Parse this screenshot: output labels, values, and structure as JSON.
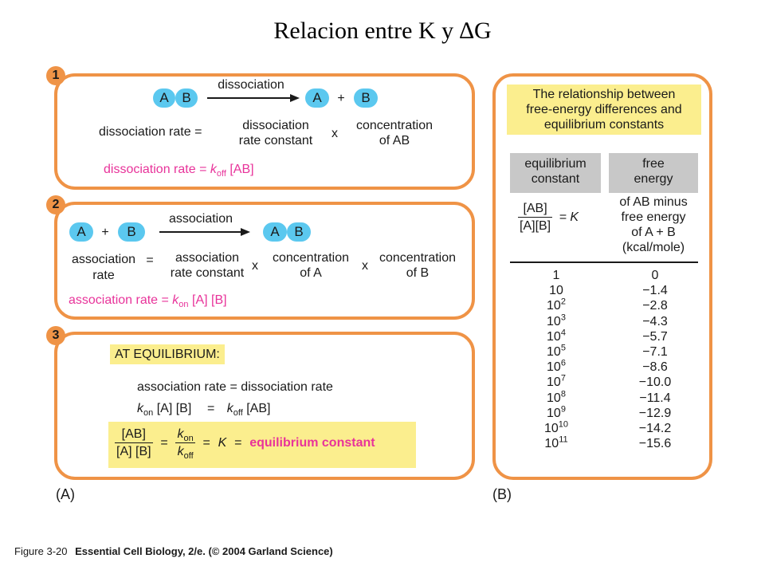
{
  "title": "Relacion entre K y ∆G",
  "panelA": {
    "label": "(A)",
    "box1": {
      "number": "1",
      "molecule_a": "A",
      "molecule_b": "B",
      "arrow_label": "dissociation",
      "plus": "+",
      "rate_lhs": "dissociation rate =",
      "rate_term1_line1": "dissociation",
      "rate_term1_line2": "rate constant",
      "times": "x",
      "rate_term2_line1": "concentration",
      "rate_term2_line2": "of AB",
      "pink_prefix": "dissociation rate = ",
      "pink_k": "k",
      "pink_sub": "off",
      "pink_suffix": " [AB]"
    },
    "box2": {
      "number": "2",
      "molecule_a": "A",
      "molecule_b": "B",
      "plus": "+",
      "arrow_label": "association",
      "rate_lhs_line1": "association",
      "rate_lhs_line2": "rate",
      "equals": "=",
      "rate_term1_line1": "association",
      "rate_term1_line2": "rate constant",
      "times": "x",
      "rate_term2_line1": "concentration",
      "rate_term2_line2": "of A",
      "rate_term3_line1": "concentration",
      "rate_term3_line2": "of B",
      "pink_prefix": "association rate = ",
      "pink_k": "k",
      "pink_sub": "on",
      "pink_suffix": " [A] [B]"
    },
    "box3": {
      "number": "3",
      "header": "AT EQUILIBRIUM:",
      "line1": "association rate = dissociation rate",
      "line2_k": "k",
      "line2_sub_on": "on",
      "line2_mid": " [A] [B]",
      "line2_eq": "=",
      "line2_sub_off": "off",
      "line2_end": " [AB]",
      "eq_frac1_num": "[AB]",
      "eq_frac1_den": "[A] [B]",
      "eq_equals": "=",
      "eq_k_symbol": "K",
      "eq_result": "equilibrium constant"
    }
  },
  "panelB": {
    "label": "(B)",
    "header": [
      "The relationship between",
      "free-energy differences and",
      "equilibrium constants"
    ],
    "col1_header": [
      "equilibrium",
      "constant"
    ],
    "col2_header": [
      "free",
      "energy"
    ],
    "col1_formula_num": "[AB]",
    "col1_formula_den": "[A][B]",
    "col1_formula_eq": "= K",
    "col2_desc": [
      "of AB minus",
      "free energy",
      "of A + B",
      "(kcal/mole)"
    ],
    "rows": [
      {
        "base": "1",
        "exp": "",
        "energy": "0"
      },
      {
        "base": "10",
        "exp": "",
        "energy": "−1.4"
      },
      {
        "base": "10",
        "exp": "2",
        "energy": "−2.8"
      },
      {
        "base": "10",
        "exp": "3",
        "energy": "−4.3"
      },
      {
        "base": "10",
        "exp": "4",
        "energy": "−5.7"
      },
      {
        "base": "10",
        "exp": "5",
        "energy": "−7.1"
      },
      {
        "base": "10",
        "exp": "6",
        "energy": "−8.6"
      },
      {
        "base": "10",
        "exp": "7",
        "energy": "−10.0"
      },
      {
        "base": "10",
        "exp": "8",
        "energy": "−11.4"
      },
      {
        "base": "10",
        "exp": "9",
        "energy": "−12.9"
      },
      {
        "base": "10",
        "exp": "10",
        "energy": "−14.2"
      },
      {
        "base": "10",
        "exp": "11",
        "energy": "−15.6"
      }
    ]
  },
  "caption": {
    "figure": "Figure 3-20",
    "text": "Essential Cell Biology, 2/e. (© 2004 Garland Science)"
  },
  "colors": {
    "panel_border": "#ef9346",
    "molecule": "#5bc8ef",
    "highlight": "#fbee8e",
    "pink_text": "#e8339a",
    "table_header": "#c8c8c8"
  }
}
